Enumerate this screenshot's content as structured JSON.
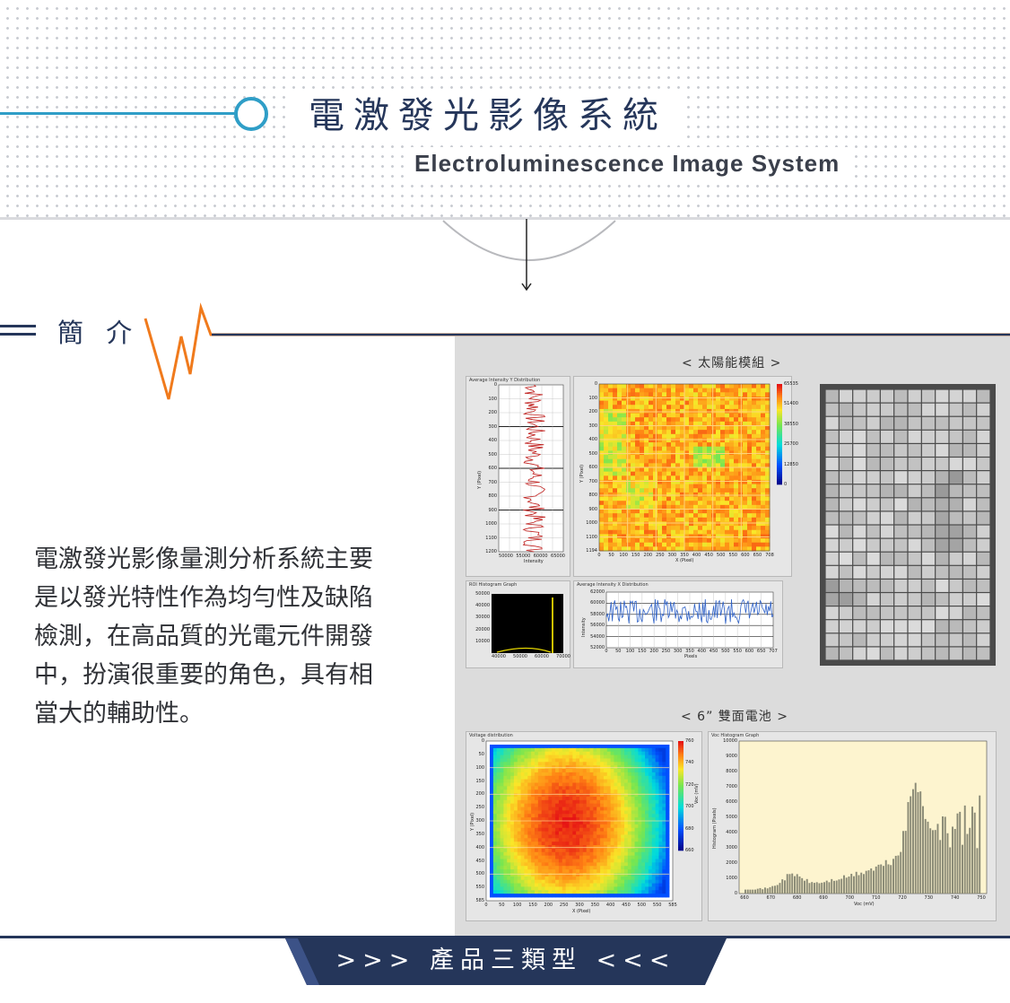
{
  "header": {
    "title_zh": "電激發光影像系統",
    "title_en": "Electroluminescence Image System"
  },
  "intro": {
    "label": "簡 介",
    "paragraph_lines": [
      "電激發光影像量測分析系統主要",
      "是以發光特性作為均勻性及缺陷",
      "檢測，在高品質的光電元件開發",
      "中，扮演很重要的角色，具有相",
      "當大的輔助性。"
    ]
  },
  "panel": {
    "module_caption": "<  太陽能模組  >",
    "cell_caption": "<  6” 雙面電池  >",
    "module": {
      "y_dist": {
        "title": "Average Intensity Y Distribution",
        "ylabel": "Y (Pixel)",
        "xlabel": "Intensity",
        "y_ticks": [
          "0",
          "100",
          "200",
          "300",
          "400",
          "500",
          "600",
          "700",
          "800",
          "900",
          "1000",
          "1100",
          "1200"
        ],
        "x_ticks": [
          "50000",
          "55000",
          "60000",
          "65000"
        ]
      },
      "heatmap": {
        "ylabel": "Y (Pixel)",
        "xlabel": "X (Pixel)",
        "y_ticks": [
          "0",
          "100",
          "200",
          "300",
          "400",
          "500",
          "600",
          "700",
          "800",
          "900",
          "1000",
          "1100",
          "1194"
        ],
        "x_ticks": [
          "0",
          "50",
          "100",
          "150",
          "200",
          "250",
          "300",
          "350",
          "400",
          "450",
          "500",
          "550",
          "600",
          "650",
          "708"
        ],
        "scale": [
          "65535",
          "51400",
          "38550",
          "25700",
          "12850",
          "0"
        ]
      },
      "roi_hist": {
        "title": "ROI Histogram Graph",
        "y_ticks": [
          "50000",
          "40000",
          "30000",
          "20000",
          "10000"
        ],
        "x_ticks": [
          "40000",
          "50000",
          "60000",
          "70000"
        ]
      },
      "x_dist": {
        "title": "Average Intensity X Distribution",
        "ylabel": "Intensity",
        "xlabel": "Pixels",
        "y_ticks": [
          "62000",
          "60000",
          "58000",
          "56000",
          "54000",
          "52000"
        ],
        "x_ticks": [
          "0",
          "50",
          "100",
          "150",
          "200",
          "250",
          "300",
          "350",
          "400",
          "450",
          "500",
          "550",
          "600",
          "650",
          "707"
        ]
      }
    },
    "cell": {
      "voltage": {
        "title": "Voltage distribution",
        "ylabel": "Y (Pixel)",
        "xlabel": "X (Pixel)",
        "scale_label": "Voc (mV)",
        "y_ticks": [
          "0",
          "50",
          "100",
          "150",
          "200",
          "250",
          "300",
          "350",
          "400",
          "450",
          "500",
          "550",
          "585"
        ],
        "x_ticks": [
          "0",
          "50",
          "100",
          "150",
          "200",
          "250",
          "300",
          "350",
          "400",
          "450",
          "500",
          "550",
          "585"
        ],
        "scale": [
          "760",
          "740",
          "720",
          "700",
          "680",
          "660"
        ]
      },
      "histogram": {
        "title": "Voc Histogram Graph",
        "ylabel": "Histogram (Pixels)",
        "xlabel": "Voc (mV)",
        "y_ticks": [
          "10000",
          "9000",
          "8000",
          "7000",
          "6000",
          "5000",
          "4000",
          "3000",
          "2000",
          "1000",
          "0"
        ],
        "x_ticks": [
          "660",
          "670",
          "680",
          "690",
          "700",
          "710",
          "720",
          "730",
          "740",
          "750"
        ]
      }
    }
  },
  "footer": {
    "label": ">>>  產品三類型  <<<"
  },
  "colors": {
    "navy": "#25365a",
    "accent_blue": "#2f9ec7",
    "pulse_orange": "#f07a1c"
  }
}
